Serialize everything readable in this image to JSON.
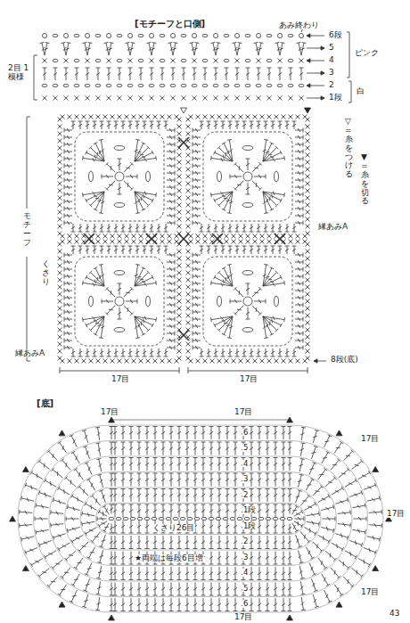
{
  "diagram": {
    "labels": [
      "[モチーフと口側]",
      "あみ終わり",
      "6段",
      "5",
      "4",
      "ピンク",
      "3",
      "2",
      "1段",
      "白",
      "2目 1模様",
      "▽=糸をつける",
      "▼=糸を切る",
      "縁あみA",
      "モチーフ",
      "くさり",
      "縁あみA",
      "17目",
      "17目",
      "8段(底)",
      "[底]",
      "17目",
      "17目",
      "17目",
      "17目",
      "17目",
      "17目",
      "6",
      "5",
      "4",
      "3",
      "2",
      "1段",
      "1段",
      "2",
      "3",
      "4",
      "5",
      "6",
      "くさり26目",
      "★両端は毎段6目増",
      "43"
    ]
  }
}
